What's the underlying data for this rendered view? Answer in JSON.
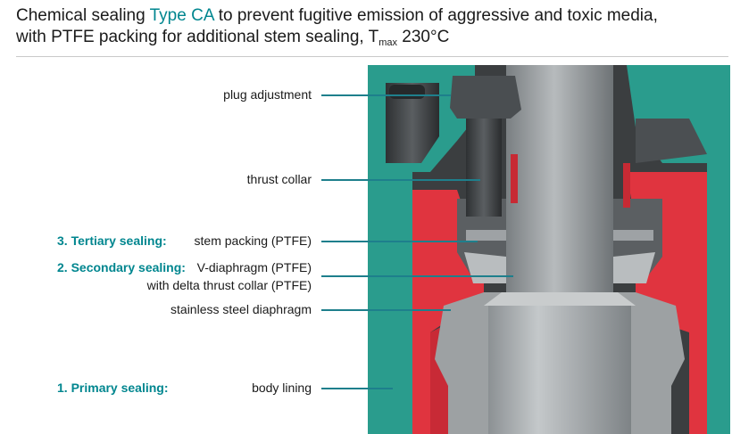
{
  "header": {
    "line1_pre": "Chemical sealing ",
    "line1_accent": "Type CA",
    "line1_post": " to prevent fugitive emission of aggressive and toxic media,",
    "line2_pre": "with PTFE packing for additional stem sealing, T",
    "line2_sub": "max",
    "line2_post": " 230°C"
  },
  "callouts": {
    "plug_adjustment": "plug adjustment",
    "thrust_collar": "thrust collar",
    "tertiary_stage": "3. Tertiary sealing:",
    "stem_packing": "stem packing (PTFE)",
    "secondary_stage": "2. Secondary sealing:",
    "v_diaphragm": "V-diaphragm (PTFE)",
    "delta_collar": "with delta thrust collar (PTFE)",
    "steel_diaphragm": "stainless steel diaphragm",
    "primary_stage": "1. Primary sealing:",
    "body_lining": "body lining"
  },
  "colors": {
    "accent": "#00868f",
    "leader": "#1e7f8c",
    "body_teal": "#2a9c8d",
    "lining_red": "#e0343f",
    "steel_grey": "#8d9295"
  }
}
